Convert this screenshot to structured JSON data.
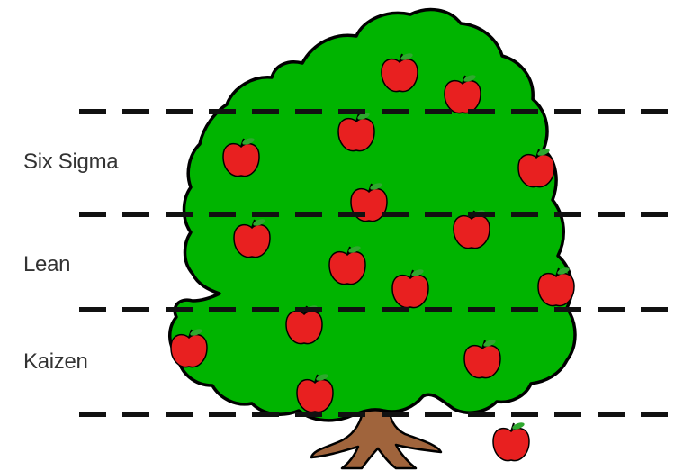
{
  "tiers": [
    {
      "label": "Six Sigma"
    },
    {
      "label": "Lean"
    },
    {
      "label": "Kaizen"
    }
  ],
  "colors": {
    "canopy": "#00b400",
    "apple": "#e82020",
    "trunk": "#a0643c",
    "dashed_line": "#111111",
    "label_text": "#333333"
  }
}
